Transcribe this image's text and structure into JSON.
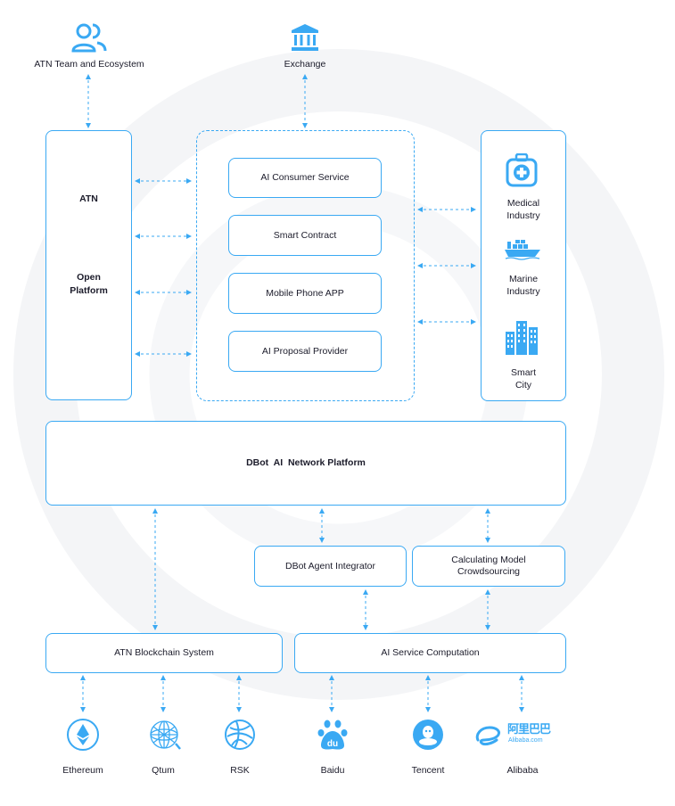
{
  "top": {
    "team_label": "ATN Team and Ecosystem",
    "exchange_label": "Exchange"
  },
  "left_panel": {
    "title": "ATN",
    "subtitle_line1": "Open",
    "subtitle_line2": "Platform"
  },
  "center_items": [
    "AI Consumer Service",
    "Smart Contract",
    "Mobile Phone APP",
    "AI Proposal Provider"
  ],
  "right_panel": {
    "medical_line1": "Medical",
    "medical_line2": "Industry",
    "marine_line1": "Marine",
    "marine_line2": "Industry",
    "city_line1": "Smart",
    "city_line2": "City"
  },
  "platform": {
    "label": "DBot  AI  Network Platform"
  },
  "middle": {
    "agent_label": "DBot Agent Integrator",
    "crowd_line1": "Calculating Model",
    "crowd_line2": "Crowdsourcing"
  },
  "lower": {
    "blockchain_label": "ATN Blockchain System",
    "computation_label": "AI Service Computation"
  },
  "bottom_logos": [
    {
      "label": "Ethereum",
      "icon": "ethereum-icon"
    },
    {
      "label": "Qtum",
      "icon": "qtum-icon"
    },
    {
      "label": "RSK",
      "icon": "rsk-icon"
    },
    {
      "label": "Baidu",
      "icon": "baidu-icon"
    },
    {
      "label": "Tencent",
      "icon": "tencent-icon"
    },
    {
      "label": "Alibaba",
      "icon": "alibaba-icon"
    }
  ],
  "alibaba_logo_text": "阿里巴巴",
  "alibaba_logo_subtext": "Alibaba.com",
  "colors": {
    "accent": "#3aa9f3",
    "watermark": "#f3f4f6"
  }
}
